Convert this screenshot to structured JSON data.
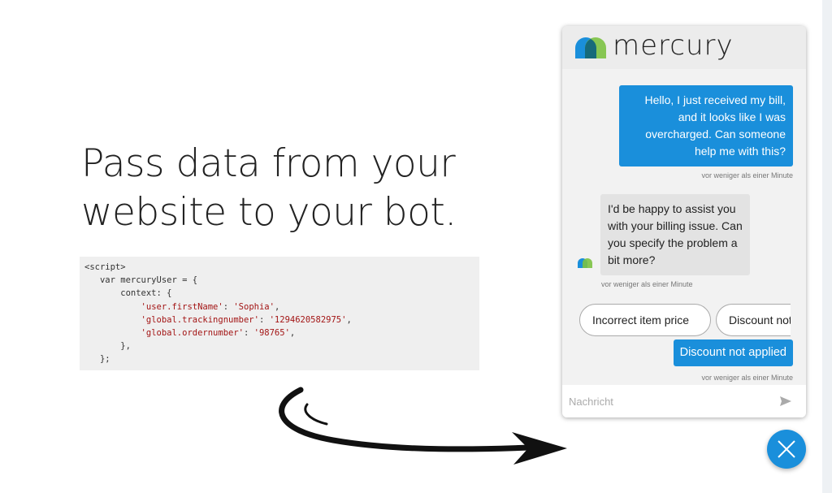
{
  "headline": [
    "Pass data from your",
    "website to your bot."
  ],
  "code": {
    "line1": "<script>",
    "line2": "   var mercuryUser = {",
    "line3": "       context: {",
    "k1": "'user.firstName'",
    "v1": "'Sophia'",
    "k2": "'global.trackingnumber'",
    "v2": "'1294620582975'",
    "k3": "'global.ordernumber'",
    "v3": "'98765'",
    "line7": "       },",
    "line8": "   };"
  },
  "chat": {
    "brand": "mercury",
    "messages": [
      {
        "from": "user",
        "text": "Hello, I just received my bill, and it looks like I was overcharged. Can someone help me with this?",
        "time": "vor weniger als einer Minute"
      },
      {
        "from": "bot",
        "text": "I'd be happy to assist you with your billing issue. Can you specify the problem a bit more?",
        "time": "vor weniger als einer Minute"
      },
      {
        "from": "user",
        "text": "Discount not applied",
        "time": "vor weniger als einer Minute"
      }
    ],
    "quick_replies": [
      "Incorrect item price",
      "Discount not applied"
    ],
    "input_placeholder": "Nachricht",
    "accent": "#1a8fdb"
  }
}
